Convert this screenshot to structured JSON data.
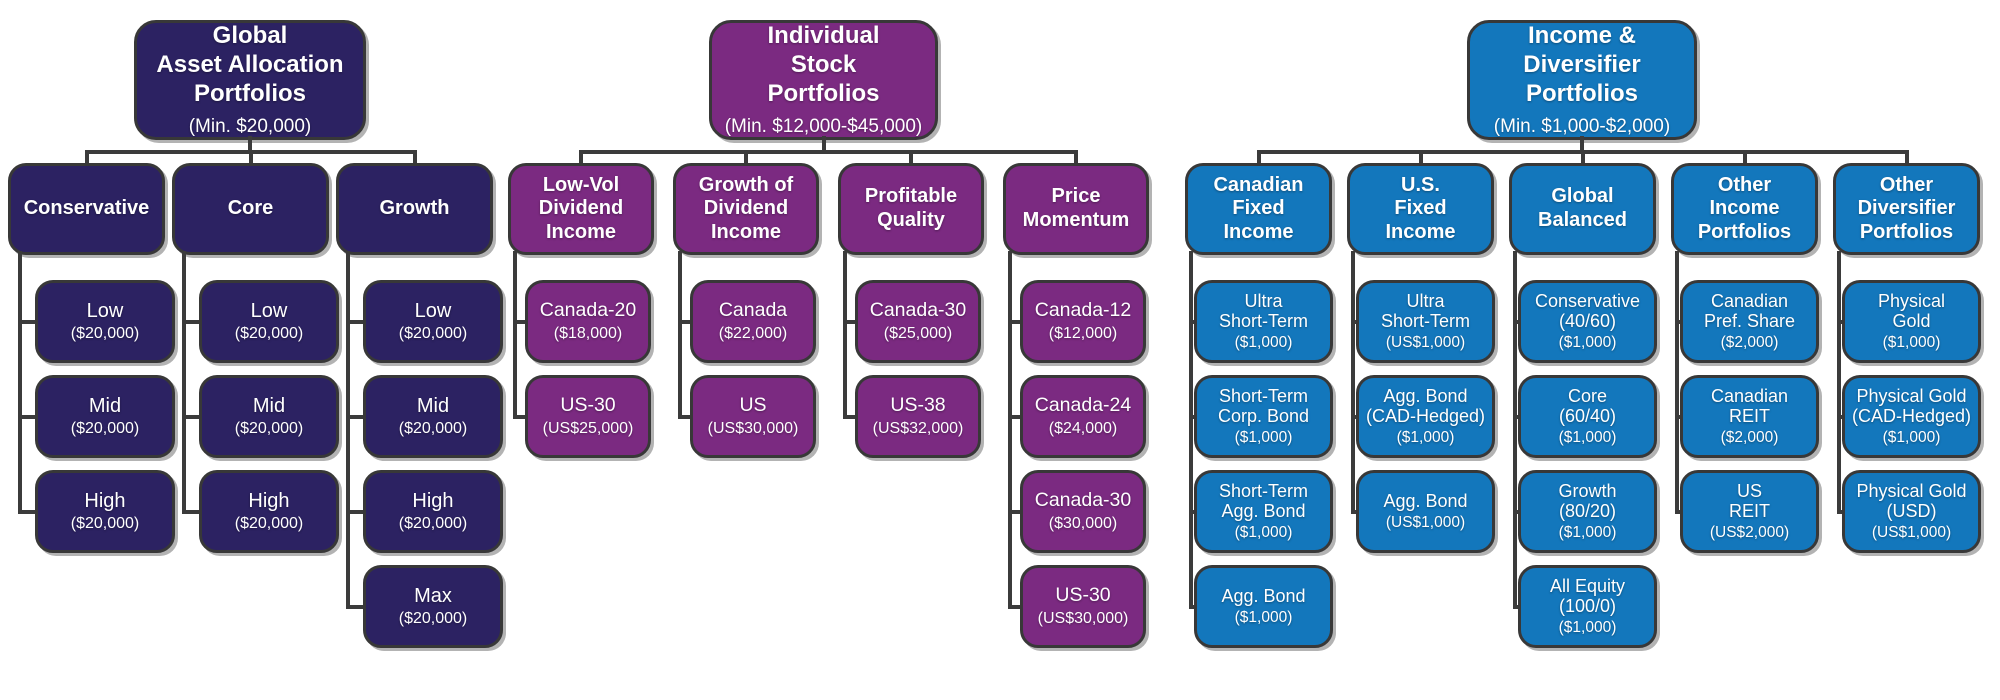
{
  "colors": {
    "connector": "#3b3b3b",
    "box_border": "#383838",
    "text": "#ffffff"
  },
  "trees": [
    {
      "name": "Global Asset Allocation Portfolios",
      "color": "#2c2262",
      "root": {
        "title": "Global\nAsset Allocation\nPortfolios",
        "min": "(Min. $20,000)"
      },
      "columns": [
        {
          "header": "Conservative",
          "leaves": [
            {
              "name": "Low",
              "amount": "($20,000)"
            },
            {
              "name": "Mid",
              "amount": "($20,000)"
            },
            {
              "name": "High",
              "amount": "($20,000)"
            }
          ]
        },
        {
          "header": "Core",
          "leaves": [
            {
              "name": "Low",
              "amount": "($20,000)"
            },
            {
              "name": "Mid",
              "amount": "($20,000)"
            },
            {
              "name": "High",
              "amount": "($20,000)"
            }
          ]
        },
        {
          "header": "Growth",
          "leaves": [
            {
              "name": "Low",
              "amount": "($20,000)"
            },
            {
              "name": "Mid",
              "amount": "($20,000)"
            },
            {
              "name": "High",
              "amount": "($20,000)"
            },
            {
              "name": "Max",
              "amount": "($20,000)"
            }
          ]
        }
      ]
    },
    {
      "name": "Individual Stock Portfolios",
      "color": "#7b2a81",
      "root": {
        "title": "Individual\nStock\nPortfolios",
        "min": "(Min. $12,000-$45,000)"
      },
      "columns": [
        {
          "header": "Low-Vol\nDividend\nIncome",
          "leaves": [
            {
              "name": "Canada-20",
              "amount": "($18,000)"
            },
            {
              "name": "US-30",
              "amount": "(US$25,000)"
            }
          ]
        },
        {
          "header": "Growth of\nDividend\nIncome",
          "leaves": [
            {
              "name": "Canada",
              "amount": "($22,000)"
            },
            {
              "name": "US",
              "amount": "(US$30,000)"
            }
          ]
        },
        {
          "header": "Profitable\nQuality",
          "leaves": [
            {
              "name": "Canada-30",
              "amount": "($25,000)"
            },
            {
              "name": "US-38",
              "amount": "(US$32,000)"
            }
          ]
        },
        {
          "header": "Price\nMomentum",
          "leaves": [
            {
              "name": "Canada-12",
              "amount": "($12,000)"
            },
            {
              "name": "Canada-24",
              "amount": "($24,000)"
            },
            {
              "name": "Canada-30",
              "amount": "($30,000)"
            },
            {
              "name": "US-30",
              "amount": "(US$30,000)"
            }
          ]
        }
      ]
    },
    {
      "name": "Income & Diversifier Portfolios",
      "color": "#1377bc",
      "root": {
        "title": "Income &\nDiversifier\nPortfolios",
        "min": "(Min. $1,000-$2,000)"
      },
      "columns": [
        {
          "header": "Canadian\nFixed\nIncome",
          "leaves": [
            {
              "name": "Ultra\nShort-Term",
              "amount": "($1,000)"
            },
            {
              "name": "Short-Term\nCorp. Bond",
              "amount": "($1,000)"
            },
            {
              "name": "Short-Term\nAgg. Bond",
              "amount": "($1,000)"
            },
            {
              "name": "Agg. Bond",
              "amount": "($1,000)"
            }
          ]
        },
        {
          "header": "U.S.\nFixed\nIncome",
          "leaves": [
            {
              "name": "Ultra\nShort-Term",
              "amount": "(US$1,000)"
            },
            {
              "name": "Agg. Bond\n(CAD-Hedged)",
              "amount": "($1,000)"
            },
            {
              "name": "Agg. Bond",
              "amount": "(US$1,000)"
            }
          ]
        },
        {
          "header": "Global\nBalanced",
          "leaves": [
            {
              "name": "Conservative\n(40/60)",
              "amount": "($1,000)"
            },
            {
              "name": "Core\n(60/40)",
              "amount": "($1,000)"
            },
            {
              "name": "Growth\n(80/20)",
              "amount": "($1,000)"
            },
            {
              "name": "All Equity\n(100/0)",
              "amount": "($1,000)"
            }
          ]
        },
        {
          "header": "Other\nIncome\nPortfolios",
          "leaves": [
            {
              "name": "Canadian\nPref. Share",
              "amount": "($2,000)"
            },
            {
              "name": "Canadian\nREIT",
              "amount": "($2,000)"
            },
            {
              "name": "US\nREIT",
              "amount": "(US$2,000)"
            }
          ]
        },
        {
          "header": "Other\nDiversifier\nPortfolios",
          "leaves": [
            {
              "name": "Physical\nGold",
              "amount": "($1,000)"
            },
            {
              "name": "Physical Gold\n(CAD-Hedged)",
              "amount": "($1,000)"
            },
            {
              "name": "Physical Gold\n(USD)",
              "amount": "(US$1,000)"
            }
          ]
        }
      ]
    }
  ]
}
